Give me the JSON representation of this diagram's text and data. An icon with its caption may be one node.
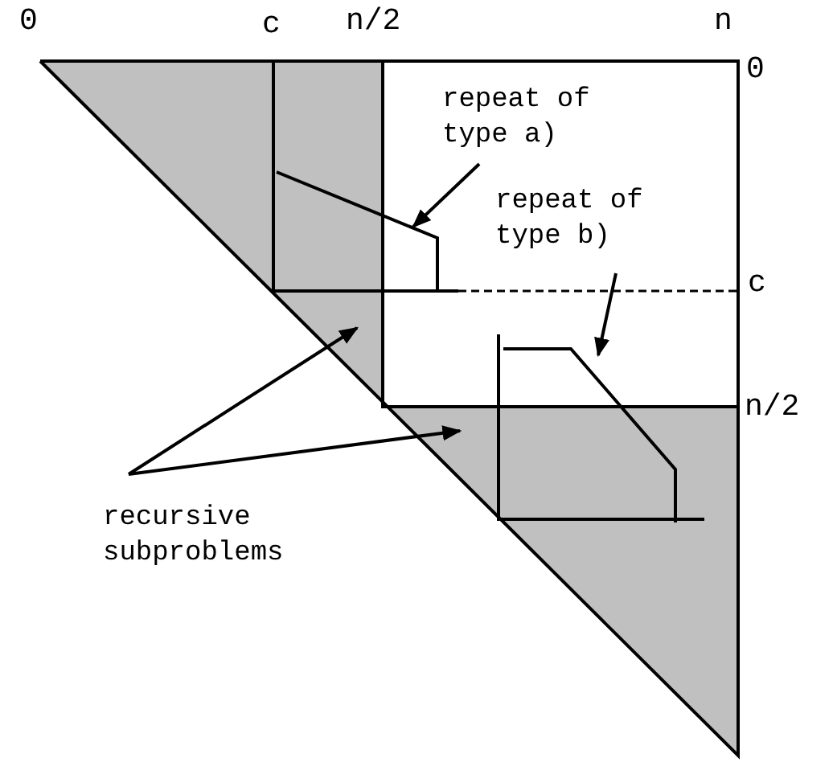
{
  "diagram": {
    "nodes": [
      {
        "text": [
          "repeat of type a)"
        ]
      },
      {
        "text": [
          "repeat of type b)"
        ]
      },
      {
        "text": [
          "recursive subproblems"
        ]
      },
      {
        "text": [],
        "shape": "line"
      },
      {
        "text": [],
        "shape": "line"
      },
      {
        "text": [],
        "shape": "triangle"
      },
      {
        "text": [],
        "shape": "triangle"
      }
    ],
    "edges": [
      {
        "from": 0,
        "to": 3,
        "arrow": "to"
      },
      {
        "from": 1,
        "to": 4,
        "arrow": "to"
      },
      {
        "from": 2,
        "to": 5,
        "arrow": "to"
      },
      {
        "from": 2,
        "to": 6,
        "arrow": "to"
      }
    ],
    "labels": [
      "0",
      "c",
      "n/2",
      "n",
      "0",
      "c",
      "n/2"
    ]
  }
}
